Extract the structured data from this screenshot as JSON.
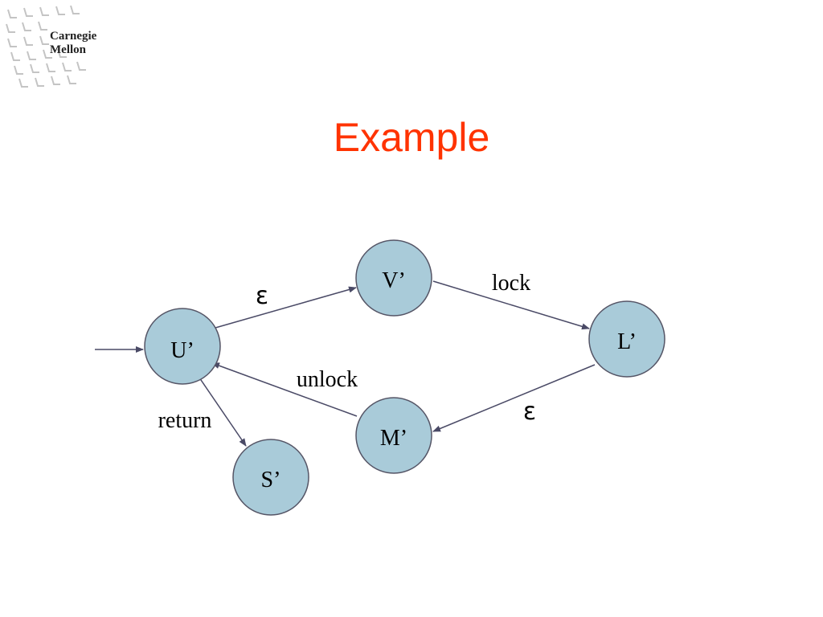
{
  "logo": {
    "line1": "Carnegie",
    "line2": "Mellon"
  },
  "title": "Example",
  "colors": {
    "title": "#ff3300",
    "node_fill": "#a9cbd9",
    "node_stroke": "#555566",
    "edge": "#4a4a66"
  },
  "nodes": {
    "u": "U’",
    "v": "V’",
    "l": "L’",
    "m": "M’",
    "s": "S’"
  },
  "edges": {
    "u_to_v": "ε",
    "v_to_l": "lock",
    "l_to_m": "ε",
    "m_to_u": "unlock",
    "u_to_s": "return"
  }
}
